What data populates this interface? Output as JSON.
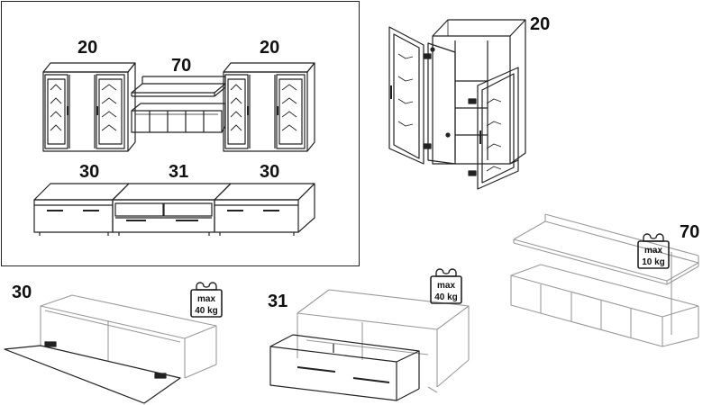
{
  "overview": {
    "labels": {
      "cabinet_left": "20",
      "wall_shelf": "70",
      "cabinet_right": "20",
      "tv_left": "30",
      "tv_middle": "31",
      "tv_right": "30"
    }
  },
  "details": {
    "cabinet": {
      "number": "20"
    },
    "wall_shelf": {
      "number": "70",
      "max_label": "max",
      "max_value": "10 kg"
    },
    "tv_unit_flap": {
      "number": "30",
      "max_label": "max",
      "max_value": "40 kg"
    },
    "tv_unit_drawer": {
      "number": "31",
      "max_label": "max",
      "max_value": "40 kg"
    }
  },
  "colors": {
    "line": "#222222",
    "light_line": "#9a9a9a",
    "background": "#ffffff"
  }
}
